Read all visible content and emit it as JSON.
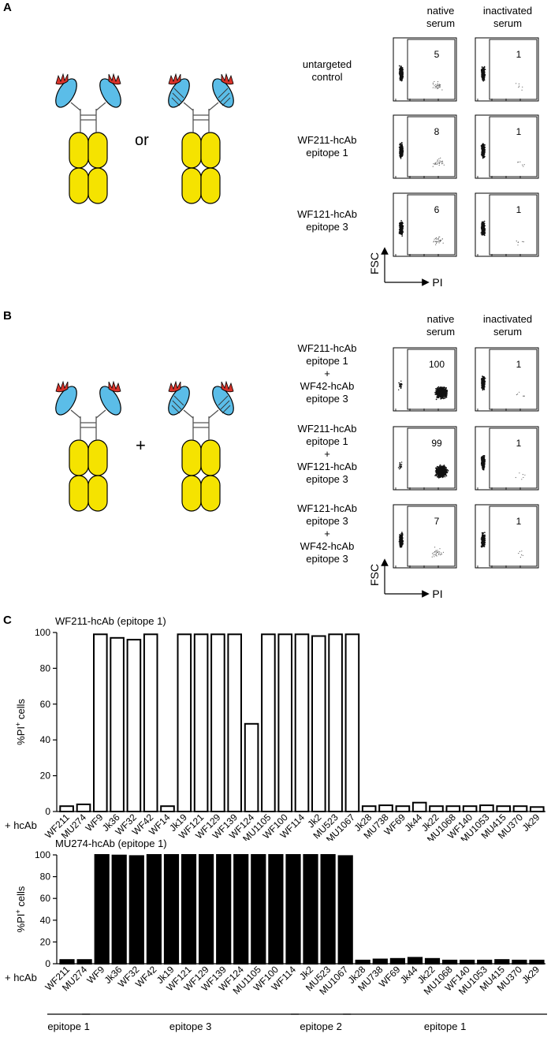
{
  "panel_a": {
    "label": "A",
    "or_text": "or",
    "header_native": "native\nserum",
    "header_inactivated": "inactivated\nserum",
    "rows": [
      {
        "condition": "untargeted\ncontrol",
        "native": "5",
        "inactivated": "1"
      },
      {
        "condition": "WF211-hcAb\nepitope 1",
        "native": "8",
        "inactivated": "1"
      },
      {
        "condition": "WF121-hcAb\nepitope 3",
        "native": "6",
        "inactivated": "1"
      }
    ],
    "axis_y": "FSC",
    "axis_x": "PI"
  },
  "panel_b": {
    "label": "B",
    "plus_text": "+",
    "header_native": "native\nserum",
    "header_inactivated": "inactivated\nserum",
    "rows": [
      {
        "condition": "WF211-hcAb\nepitope 1\n+\nWF42-hcAb\nepitope 3",
        "native": "100",
        "inactivated": "1"
      },
      {
        "condition": "WF211-hcAb\nepitope 1\n+\nWF121-hcAb\nepitope 3",
        "native": "99",
        "inactivated": "1"
      },
      {
        "condition": "WF121-hcAb\nepitope 3\n+\nWF42-hcAb\nepitope 3",
        "native": "7",
        "inactivated": "1"
      }
    ],
    "axis_y": "FSC",
    "axis_x": "PI"
  },
  "panel_c": {
    "label": "C",
    "x_prefix": "+ hcAb",
    "groups": [
      {
        "label": "epitope 1",
        "from": 0,
        "to": 1
      },
      {
        "label": "epitope 3",
        "from": 2,
        "to": 13
      },
      {
        "label": "epitope 2",
        "from": 14,
        "to": 16
      },
      {
        "label": "epitope 1",
        "from": 17,
        "to": 27
      }
    ]
  },
  "chart_data": [
    {
      "type": "bar",
      "title": "WF211-hcAb (epitope 1)",
      "ylabel": "%PI+ cells",
      "ylim": [
        0,
        100
      ],
      "yticks": [
        0,
        20,
        40,
        60,
        80,
        100
      ],
      "bar_style": "open",
      "categories": [
        "WF211",
        "MU274",
        "WF9",
        "Jk36",
        "WF32",
        "WF42",
        "WF14",
        "Jk19",
        "WF121",
        "WF129",
        "WF139",
        "WF124",
        "MU1105",
        "WF100",
        "WF114",
        "Jk2",
        "MU523",
        "MU1067",
        "Jk28",
        "MU738",
        "WF69",
        "Jk44",
        "Jk22",
        "MU1068",
        "WF140",
        "MU1053",
        "MU415",
        "MU370",
        "Jk29"
      ],
      "values": [
        3,
        4,
        99,
        97,
        96,
        99,
        3,
        99,
        99,
        99,
        99,
        49,
        99,
        99,
        99,
        98,
        99,
        99,
        3,
        3.5,
        3,
        5,
        3,
        3,
        3,
        3.5,
        3,
        3,
        2.5
      ]
    },
    {
      "type": "bar",
      "title": "MU274-hcAb (epitope 1)",
      "ylabel": "%PI+ cells",
      "ylim": [
        0,
        100
      ],
      "yticks": [
        0,
        20,
        40,
        60,
        80,
        100
      ],
      "bar_style": "filled",
      "categories": [
        "WF211",
        "MU274",
        "WF9",
        "Jk36",
        "WF32",
        "WF42",
        "Jk19",
        "WF121",
        "WF129",
        "WF139",
        "WF124",
        "MU1105",
        "WF100",
        "WF114",
        "Jk2",
        "MU523",
        "MU1067",
        "Jk28",
        "MU738",
        "WF69",
        "Jk44",
        "Jk22",
        "MU1068",
        "WF140",
        "MU1053",
        "MU415",
        "MU370",
        "Jk29"
      ],
      "values": [
        3.5,
        3.5,
        100,
        99.5,
        99,
        100,
        100,
        100,
        100,
        100,
        100,
        100,
        100,
        100,
        100,
        100,
        99,
        3,
        4,
        4.5,
        5.5,
        4.5,
        3,
        3,
        3,
        3.5,
        3,
        3
      ]
    }
  ]
}
